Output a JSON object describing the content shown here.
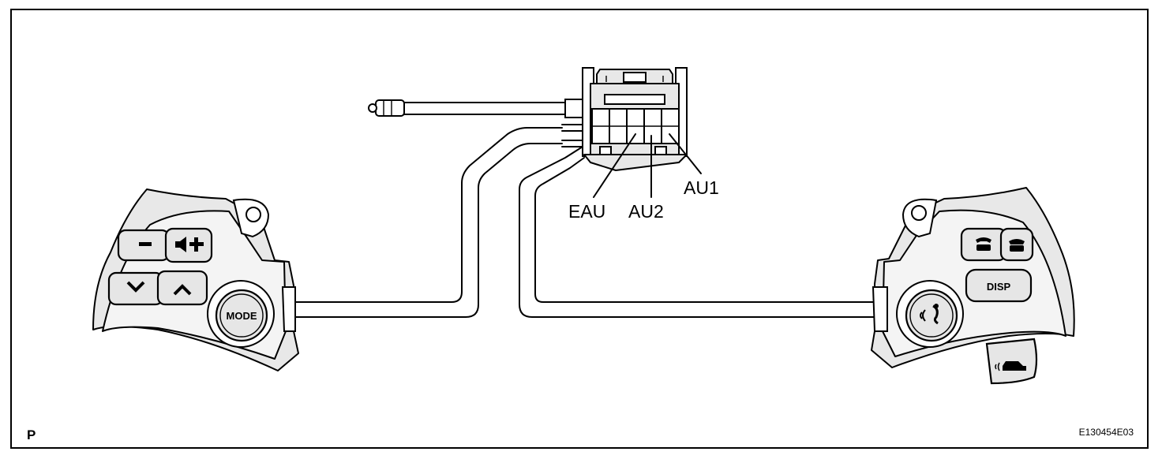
{
  "figure": {
    "border_color": "#000000",
    "background": "#ffffff"
  },
  "labels": {
    "eau": "EAU",
    "au2": "AU2",
    "au1": "AU1"
  },
  "left_switch": {
    "minus_icon": "minus-icon",
    "volume_up_icon": "volume-up-icon",
    "down_icon": "chevron-down-icon",
    "up_icon": "chevron-up-icon",
    "mode_label": "MODE"
  },
  "right_switch": {
    "off_hook_icon": "phone-off-hook-icon",
    "on_hook_icon": "phone-on-hook-icon",
    "disp_label": "DISP",
    "voice_icon": "voice-talk-icon",
    "car_icon": "car-voice-icon"
  },
  "footer": {
    "corner_letter": "P",
    "figure_code": "E130454E03"
  }
}
